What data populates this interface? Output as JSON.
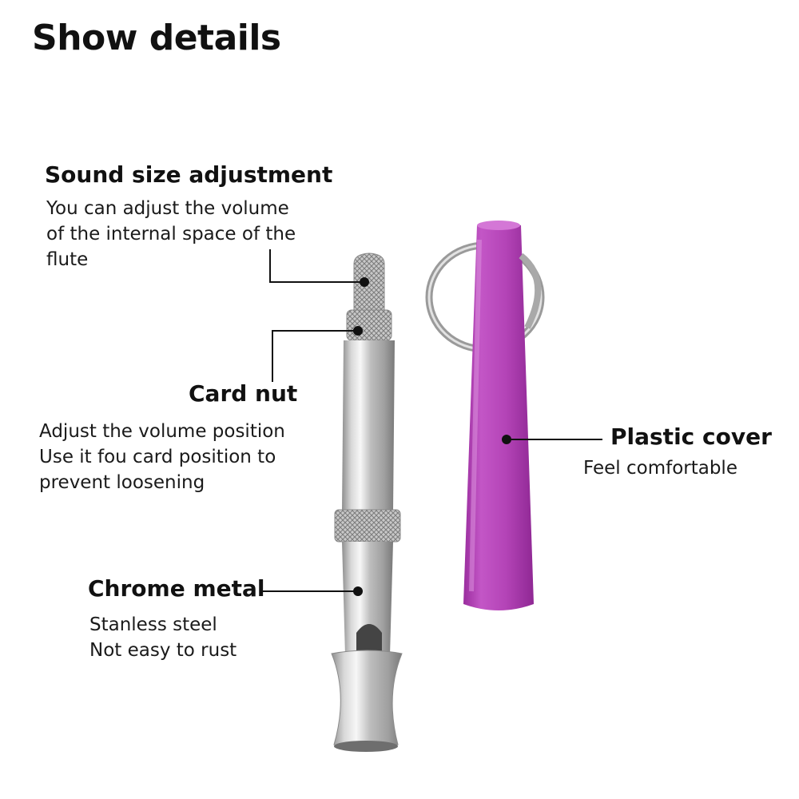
{
  "title": "Show details",
  "colors": {
    "accent_cover": "#b545b8",
    "metal": "#c8c8c8",
    "text": "#111111"
  },
  "callouts": {
    "sound_size": {
      "heading": "Sound size adjustment",
      "lines": [
        "You can adjust the volume",
        "of the internal space of the",
        "flute"
      ]
    },
    "card_nut": {
      "heading": "Card nut",
      "lines": [
        "Adjust the volume position",
        "Use it fou card position to",
        "prevent loosening"
      ]
    },
    "chrome_metal": {
      "heading": "Chrome metal",
      "lines": [
        "Stanless steel",
        "Not easy to rust"
      ]
    },
    "plastic_cover": {
      "heading": "Plastic cover",
      "lines": [
        "Feel comfortable"
      ]
    }
  },
  "images": {
    "whistle": "whistle-illustration",
    "cover": "plastic-cover-illustration",
    "ring": "key-ring-illustration"
  }
}
